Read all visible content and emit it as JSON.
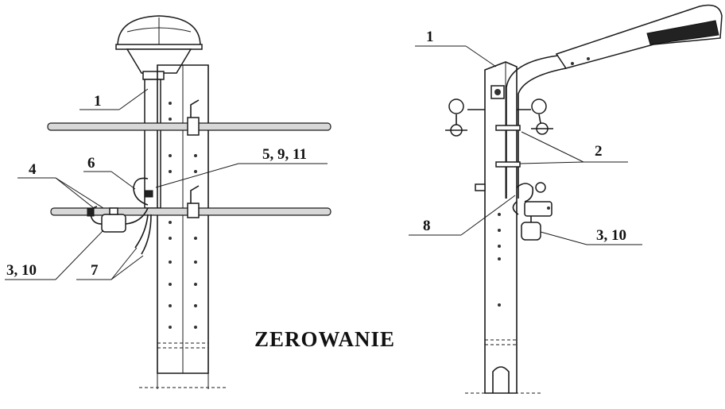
{
  "title": "ZEROWANIE",
  "left_labels": {
    "l1": "1",
    "l4": "4",
    "l6": "6",
    "l5911": "5, 9, 11",
    "l310": "3, 10",
    "l7": "7"
  },
  "right_labels": {
    "r1": "1",
    "r2": "2",
    "r8": "8",
    "r310": "3, 10"
  }
}
